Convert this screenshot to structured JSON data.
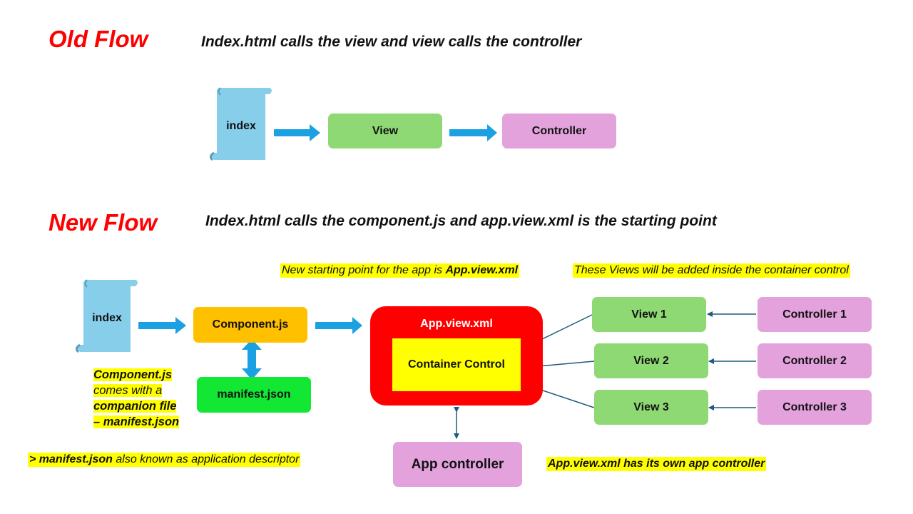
{
  "old_flow": {
    "heading": "Old Flow",
    "subtitle": "Index.html calls the view and view calls the controller",
    "index_label": "index",
    "view_label": "View",
    "controller_label": "Controller"
  },
  "new_flow": {
    "heading": "New Flow",
    "subtitle": "Index.html calls the component.js and app.view.xml is the starting point",
    "index_label": "index",
    "component_label": "Component.js",
    "manifest_label": "manifest.json",
    "app_view_label": "App.view.xml",
    "container_label": "Container Control",
    "app_controller_label": "App controller",
    "views": [
      "View 1",
      "View 2",
      "View 3"
    ],
    "controllers": [
      "Controller 1",
      "Controller 2",
      "Controller 3"
    ],
    "starting_point_note": {
      "text": "New starting point for the app is ",
      "bold": "App.view.xml"
    },
    "views_note": "These Views will be added inside the container control",
    "component_note": {
      "line1": "Component.js",
      "line2": "comes with a",
      "line3": "companion file",
      "line4": "– manifest.json"
    },
    "descriptor_note": {
      "bold": "> manifest.json",
      "text": " also known as application descriptor"
    },
    "app_controller_note": "App.view.xml has its own app controller"
  },
  "colors": {
    "heading": "#ff0000",
    "scroll": "#87ceeb",
    "arrow": "#1ba1e2",
    "view_green": "#8fd974",
    "controller_pink": "#e3a2dc",
    "component_orange": "#ffc000",
    "manifest_green": "#12e834",
    "app_view_red": "#ff0000",
    "highlight_yellow": "#ffff00",
    "connector": "#1f5c7a"
  }
}
